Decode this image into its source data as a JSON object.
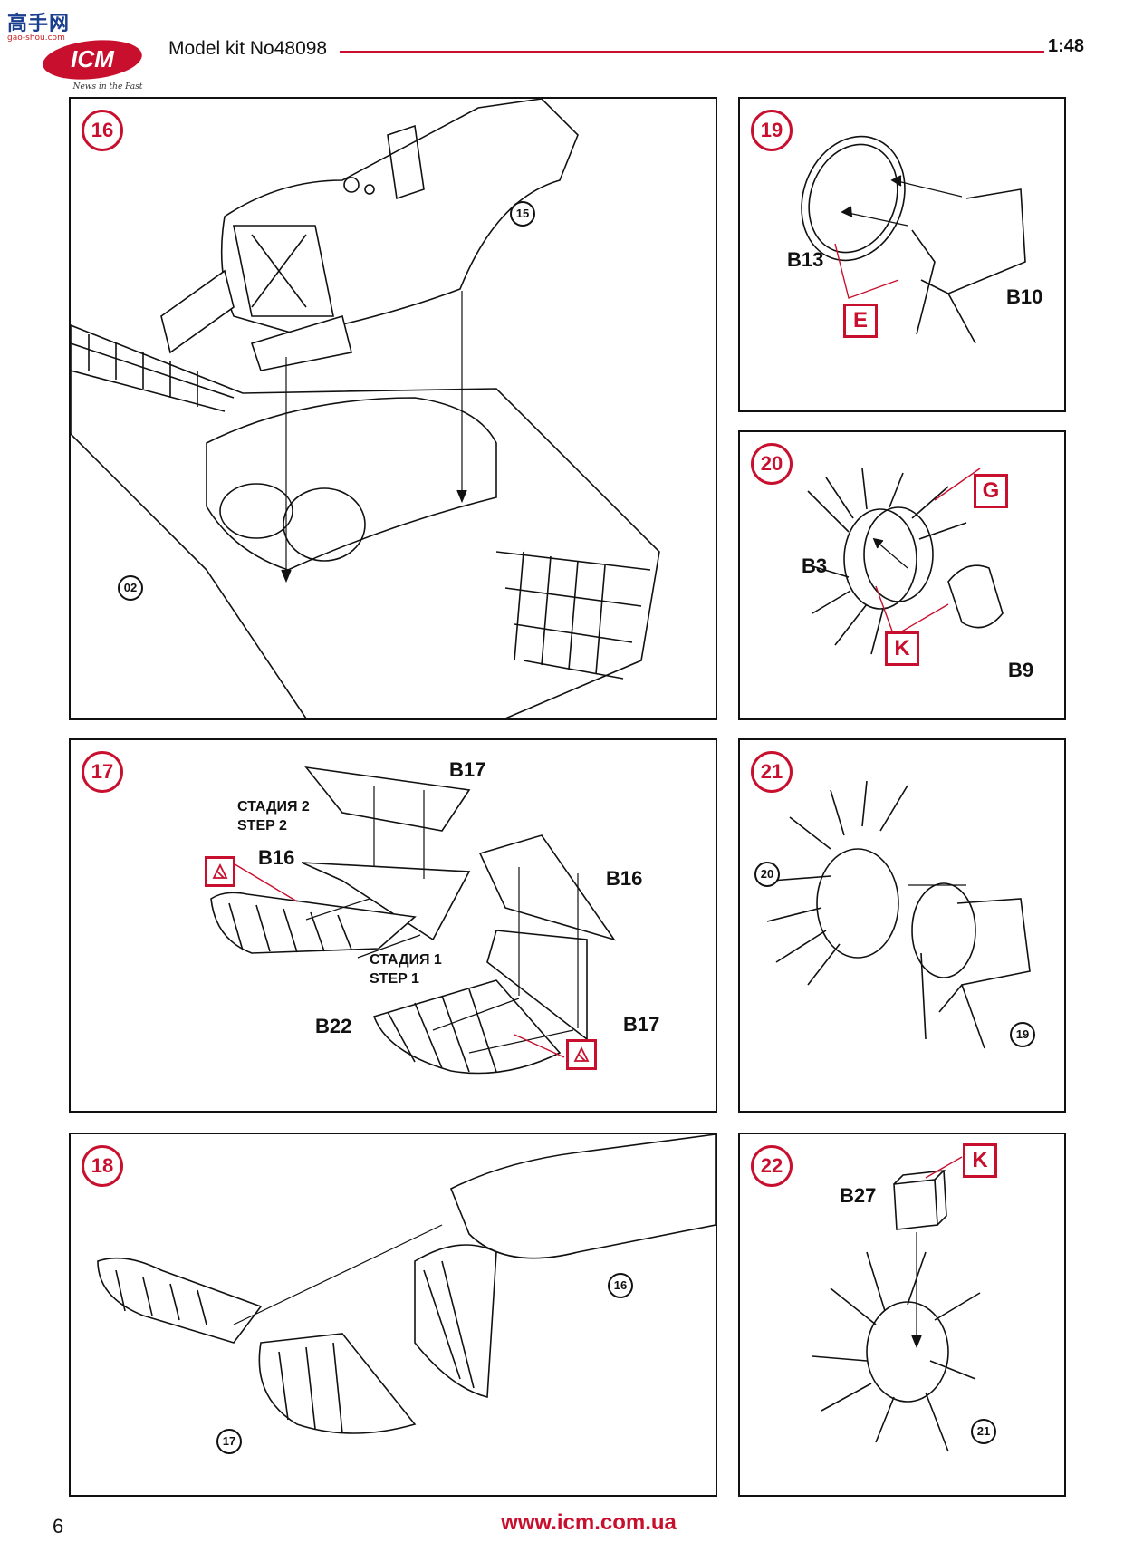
{
  "watermark": {
    "main": "高手网",
    "sub": "gao-shou.com"
  },
  "logo": {
    "mark": "ICM",
    "tagline": "News in the Past"
  },
  "header": {
    "title": "Model kit No48098",
    "scale": "1:48"
  },
  "colors": {
    "accent": "#c8102e",
    "line": "#111111"
  },
  "steps": [
    {
      "number": "16",
      "refs": [
        "15",
        "02"
      ]
    },
    {
      "number": "17",
      "labels": [
        "B17",
        "B16",
        "B16",
        "B17",
        "B22"
      ],
      "stage2": "СТАДИЯ 2",
      "step2": "STEP 2",
      "stage1": "СТАДИЯ 1",
      "step1": "STEP 1"
    },
    {
      "number": "18",
      "refs": [
        "16",
        "17"
      ]
    },
    {
      "number": "19",
      "labels": [
        "B13",
        "B10"
      ],
      "paint": "E"
    },
    {
      "number": "20",
      "labels": [
        "B3",
        "B9"
      ],
      "paints": [
        "G",
        "K"
      ]
    },
    {
      "number": "21",
      "refs": [
        "20",
        "19"
      ]
    },
    {
      "number": "22",
      "labels": [
        "B27"
      ],
      "paint": "K",
      "refs": [
        "21"
      ]
    }
  ],
  "footer": {
    "page": "6",
    "url": "www.icm.com.ua"
  }
}
